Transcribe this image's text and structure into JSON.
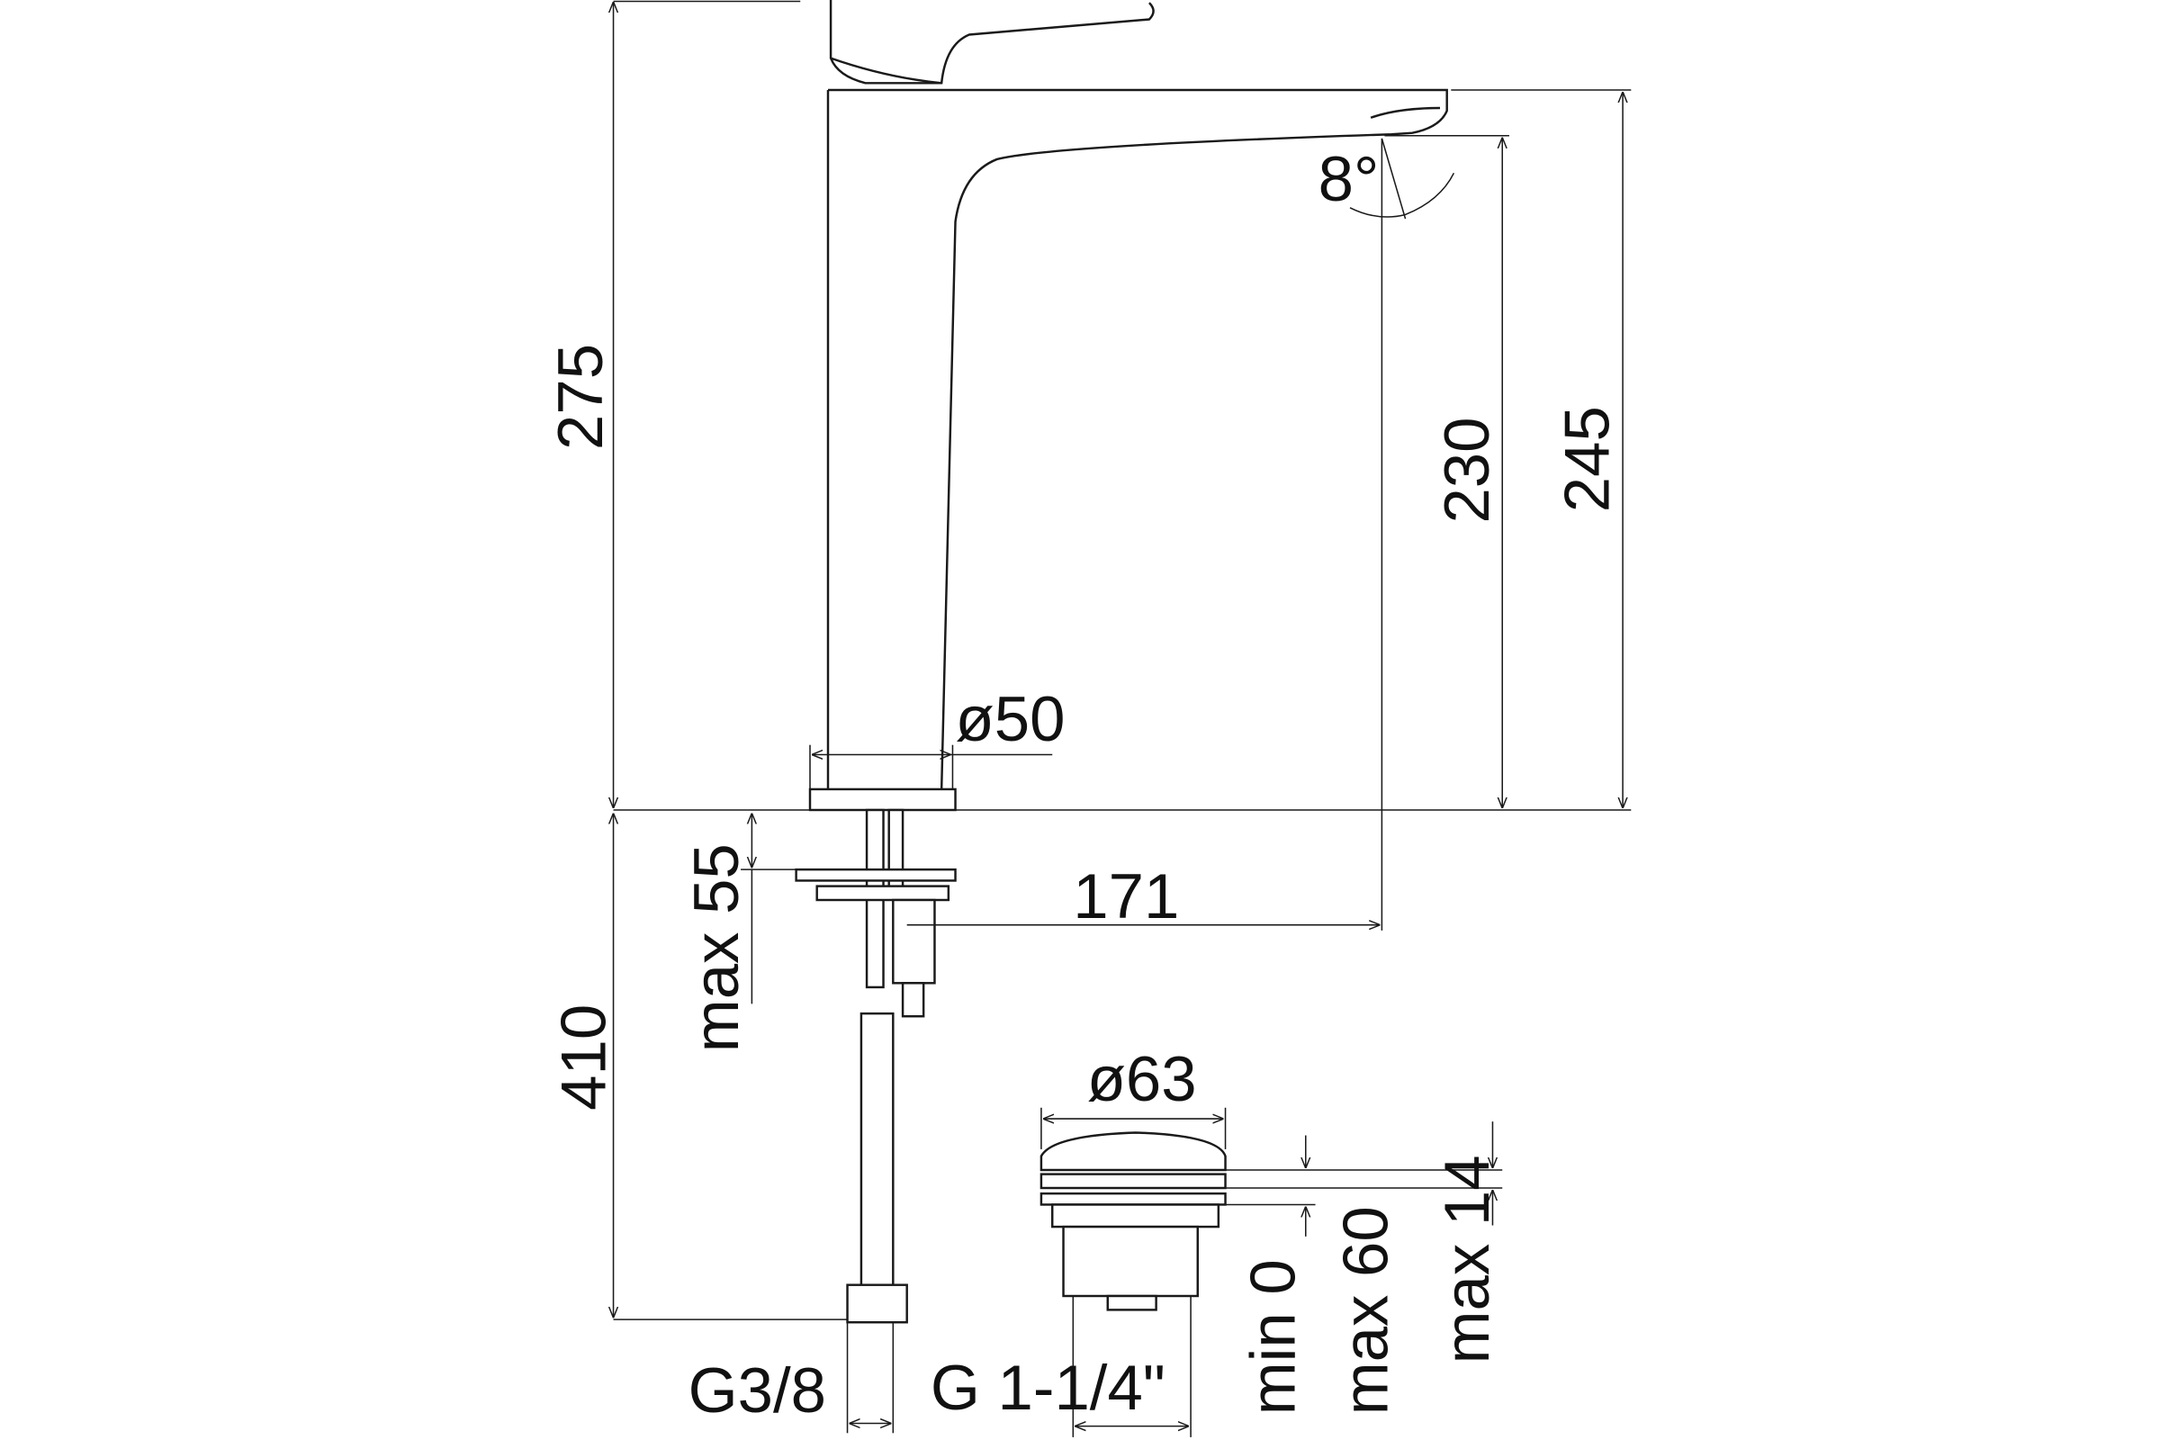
{
  "drawing": {
    "dimensions": {
      "overall_height": "275",
      "spout_outlet_height": "230",
      "spout_top_height": "245",
      "spout_angle": "8°",
      "base_diameter": "ø50",
      "spout_reach": "171",
      "max_deck_thickness": "max 55",
      "hose_length": "410",
      "hose_thread": "G3/8",
      "waste_diameter": "ø63",
      "waste_thread": "G 1-1/4\"",
      "waste_min": "min 0",
      "waste_max": "max 60",
      "waste_cap_height": "max 14"
    },
    "line_color": "#1a1a1a",
    "background": "#ffffff"
  }
}
